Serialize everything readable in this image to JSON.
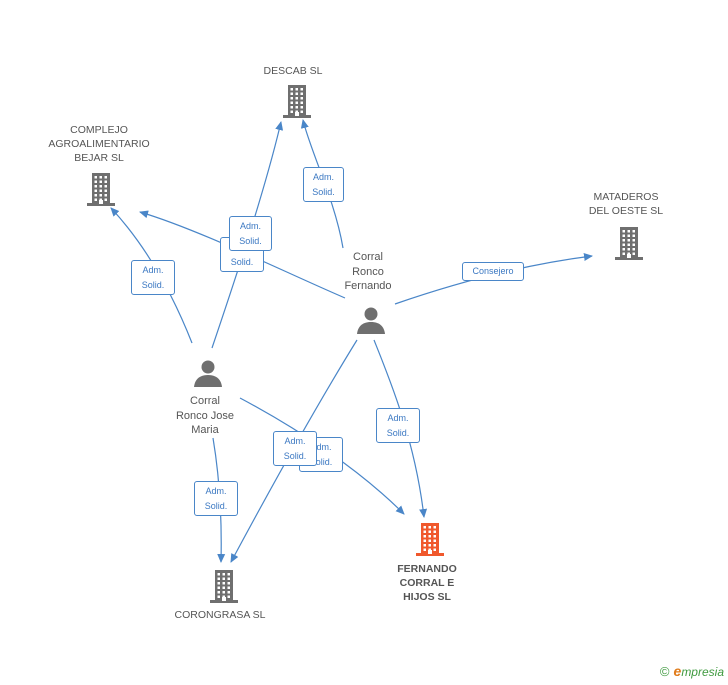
{
  "colors": {
    "edge": "#4a86c8",
    "company_icon": "#6f6f6f",
    "focus_company_icon": "#f0582c",
    "person_icon": "#6f6f6f"
  },
  "nodes": {
    "descab": {
      "label": "DESCAB SL",
      "icon": "building-icon"
    },
    "complejo": {
      "label": "COMPLEJO\nAGROALIMENTARIO\nBEJAR SL",
      "icon": "building-icon"
    },
    "mataderos": {
      "label": "MATADEROS\nDEL OESTE SL",
      "icon": "building-icon"
    },
    "fernando": {
      "label": "Corral\nRonco\nFernando",
      "icon": "person-icon"
    },
    "josemaria": {
      "label": "Corral\nRonco Jose\nMaria",
      "icon": "person-icon"
    },
    "corongrasa": {
      "label": "CORONGRASA SL",
      "icon": "building-icon"
    },
    "focus": {
      "label": "FERNANDO\nCORRAL E\nHIJOS SL",
      "icon": "building-icon"
    }
  },
  "edge_labels": {
    "adm": "Adm.\nSolid.",
    "consejero": "Consejero"
  },
  "footer": {
    "copyright": "©",
    "brand_e": "e",
    "brand_rest": "mpresia"
  }
}
